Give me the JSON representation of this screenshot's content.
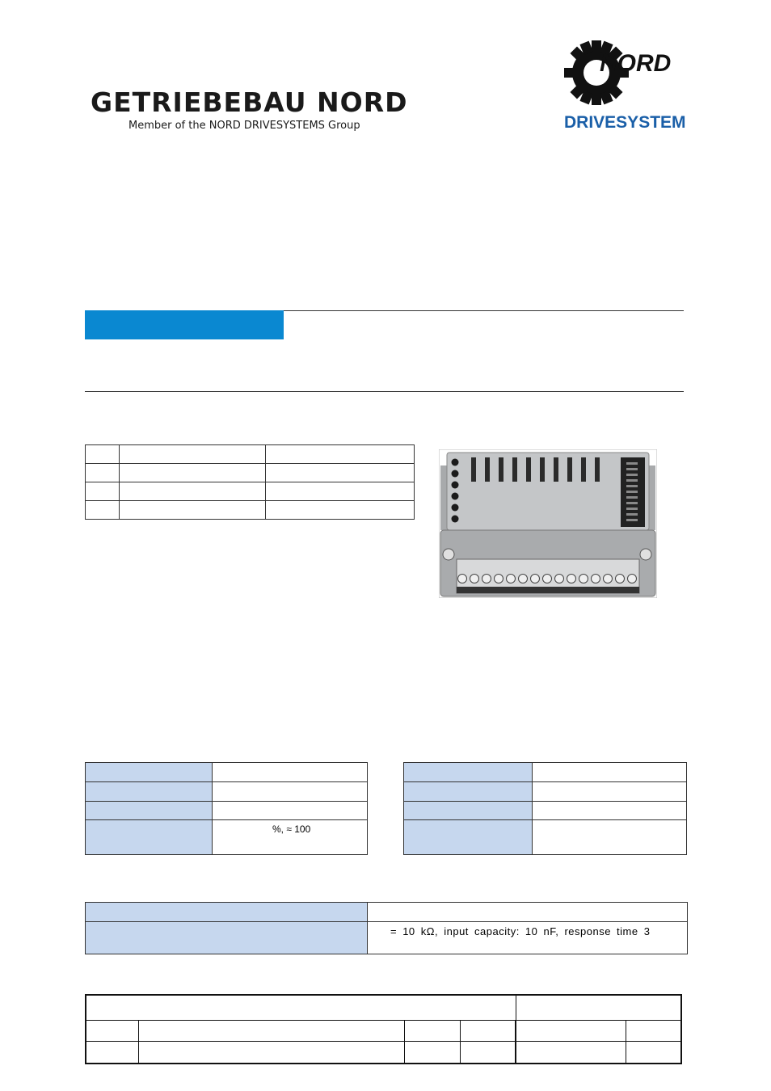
{
  "header": {
    "company": "GETRIEBEBAU NORD",
    "tagline": "Member of the NORD DRIVESYSTEMS Group",
    "logo_text": "NORD",
    "logo_sub": "DRIVESYSTEMS"
  },
  "colors": {
    "accent_blue": "#0a88d1",
    "cell_shade": "#c6d7ee",
    "logo_blue": "#1a5fa8"
  },
  "spec_tables": {
    "left_r4_value": "%, ≈ 100"
  },
  "input_table": {
    "r2_value": "= 10 kΩ, input capacity: 10 nF, response time 3"
  },
  "photo": {
    "icon": "io-module-photo"
  }
}
